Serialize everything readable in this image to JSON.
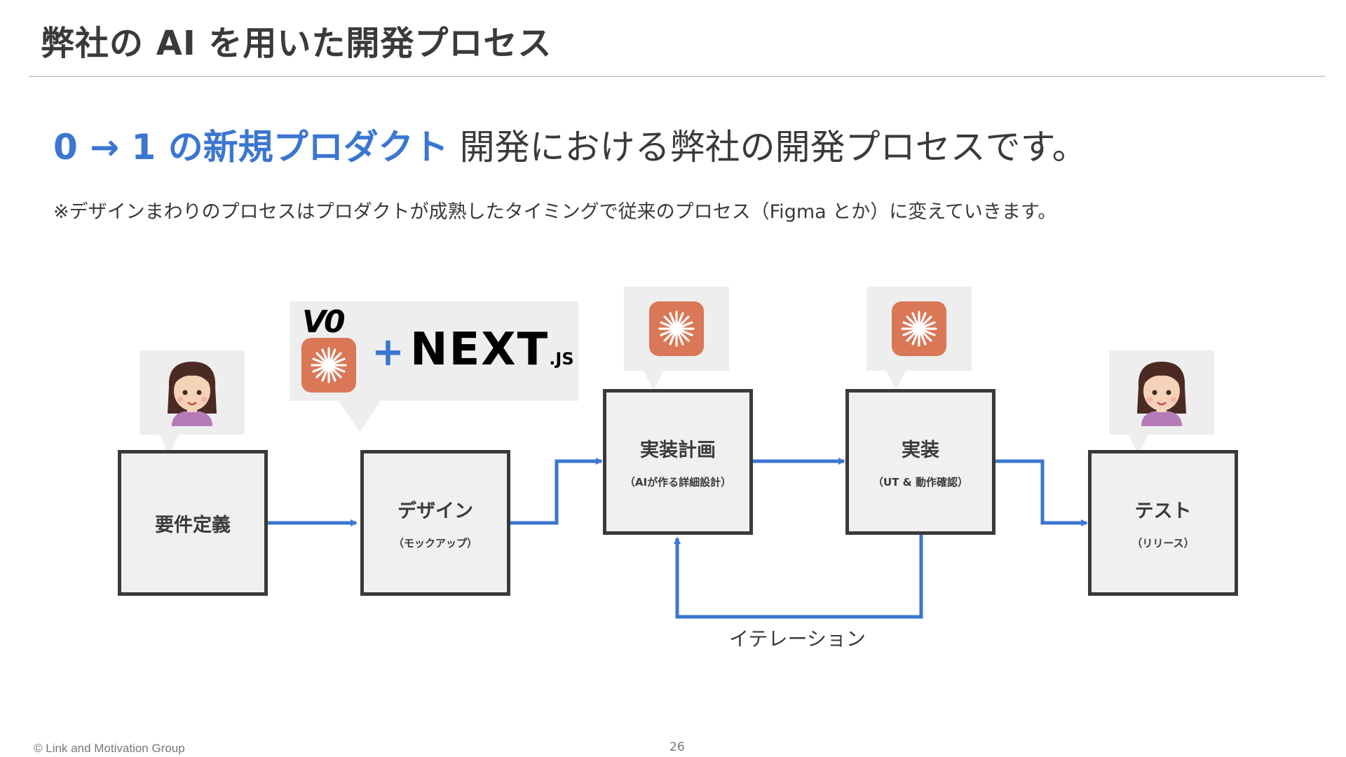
{
  "slide": {
    "title": "弊社の AI を用いた開発プロセス",
    "headline_accent": "0 → 1 の新規プロダクト",
    "headline_rest": " 開発における弊社の開発プロセスです。",
    "note": "※デザインまわりのプロセスはプロダクトが成熟したタイミングで従来のプロセス（Figma とか）に変えていきます。"
  },
  "steps": [
    {
      "title": "要件定義",
      "sub": ""
    },
    {
      "title": "デザイン",
      "sub": "（モックアップ）"
    },
    {
      "title": "実装計画",
      "sub": "（AIが作る詳細設計）"
    },
    {
      "title": "実装",
      "sub": "（UT & 動作確認）"
    },
    {
      "title": "テスト",
      "sub": "（リリース）"
    }
  ],
  "logos": {
    "v0": "V0",
    "plus": "+",
    "next_main": "NEXT",
    "next_suffix": ".JS"
  },
  "iteration_label": "イテレーション",
  "footer": {
    "copyright": "© Link and Motivation Group",
    "page_number": "26"
  },
  "colors": {
    "accent": "#3b76d1",
    "box_border": "#3a3a3a",
    "box_fill": "#f0f0f0",
    "ai_icon": "#d97757"
  },
  "icons": {
    "person": "woman-avatar-icon",
    "ai": "claude-sparkle-icon"
  }
}
